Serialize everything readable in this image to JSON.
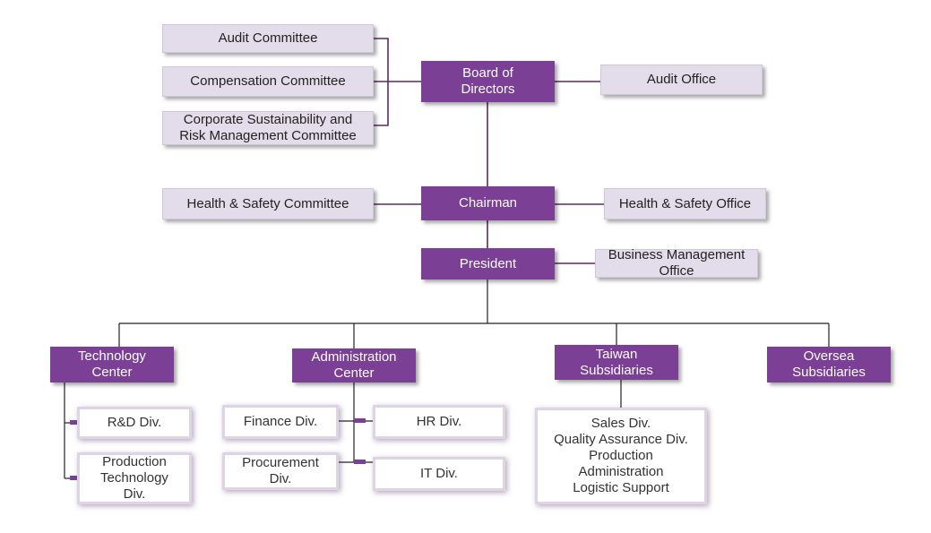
{
  "colors": {
    "primary": "#7b3f95",
    "light_box": "#e3dcea",
    "connector": "#5a2a60"
  },
  "nodes": {
    "board": "Board of\nDirectors",
    "audit_committee": "Audit Committee",
    "compensation_committee": "Compensation Committee",
    "sustainability_committee": "Corporate Sustainability and\nRisk Management Committee",
    "audit_office": "Audit Office",
    "chairman": "Chairman",
    "hs_committee": "Health & Safety Committee",
    "hs_office": "Health & Safety Office",
    "president": "President",
    "business_office": "Business Management\nOffice",
    "tech_center": "Technology\nCenter",
    "admin_center": "Administration\nCenter",
    "taiwan_subs": "Taiwan\nSubsidiaries",
    "oversea_subs": "Oversea\nSubsidiaries",
    "rd_div": "R&D Div.",
    "prod_tech_div": "Production\nTechnology\nDiv.",
    "finance_div": "Finance Div.",
    "hr_div": "HR Div.",
    "procurement_div": "Procurement\nDiv.",
    "it_div": "IT Div.",
    "taiwan_units": "Sales Div.\nQuality Assurance Div.\nProduction\nAdministration\nLogistic Support"
  }
}
